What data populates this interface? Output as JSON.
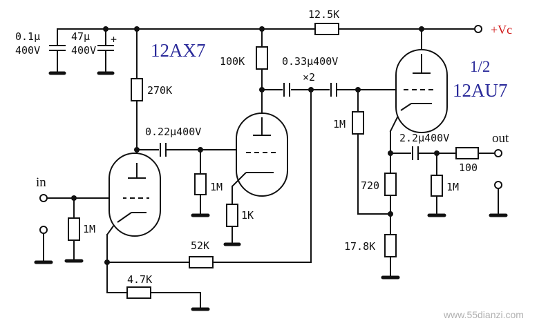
{
  "labels": {
    "c1": "0.1μ",
    "c1_v": "400V",
    "c2": "47μ",
    "c2_v": "400V",
    "c2_plus": "+",
    "r_top": "12.5K",
    "vc": "+Vc",
    "tube1": "12AX7",
    "r100k": "100K",
    "c033": "0.33μ400V",
    "x2": "×2",
    "half": "1/2",
    "tube2": "12AU7",
    "r270k": "270K",
    "c022": "0.22μ400V",
    "r1m_mid": "1M",
    "r1m_right": "1M",
    "c22": "2.2μ400V",
    "out": "out",
    "in": "in",
    "r1m_in": "1M",
    "r1k": "1K",
    "r720": "720",
    "r100": "100",
    "r1m_out": "1M",
    "r52k": "52K",
    "r178k": "17.8K",
    "r47k": "4.7K",
    "watermark": "www.55dianzi.com"
  },
  "colors": {
    "wire": "#111111",
    "tube_label": "#2a2a9a",
    "vc_label": "#d01818",
    "watermark": "#b0b0b0"
  }
}
